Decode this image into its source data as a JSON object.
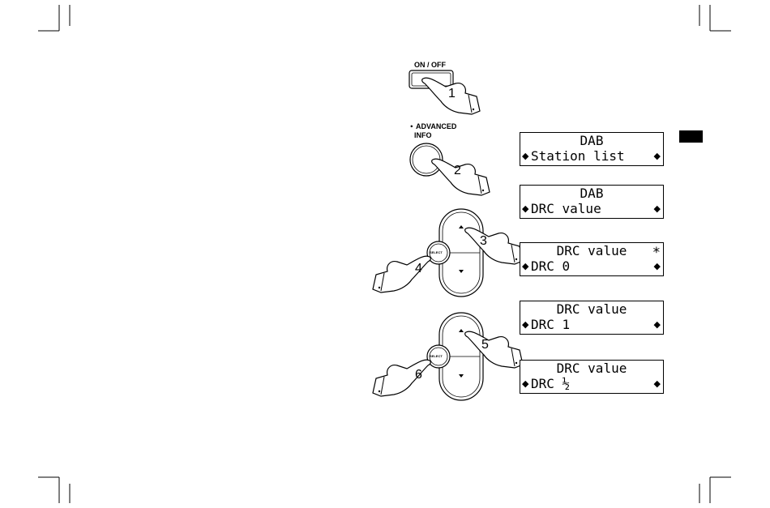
{
  "controls": {
    "on_off_label": "ON / OFF",
    "advanced_label": "ADVANCED",
    "info_label": "INFO",
    "select_label": "SELECT"
  },
  "steps": [
    "1",
    "2",
    "3",
    "4",
    "5",
    "6"
  ],
  "displays": [
    {
      "line1": "DAB",
      "line2": "Station list",
      "star": ""
    },
    {
      "line1": "DAB",
      "line2": "DRC value",
      "star": ""
    },
    {
      "line1": "DRC value",
      "line2": "DRC 0",
      "star": "*"
    },
    {
      "line1": "DRC value",
      "line2": "DRC 1",
      "star": ""
    },
    {
      "line1": "DRC value",
      "line2": "DRC ½",
      "star": ""
    }
  ],
  "arrow_left_glyph": "◆",
  "arrow_right_glyph": "◆",
  "bullet_glyph": "●"
}
